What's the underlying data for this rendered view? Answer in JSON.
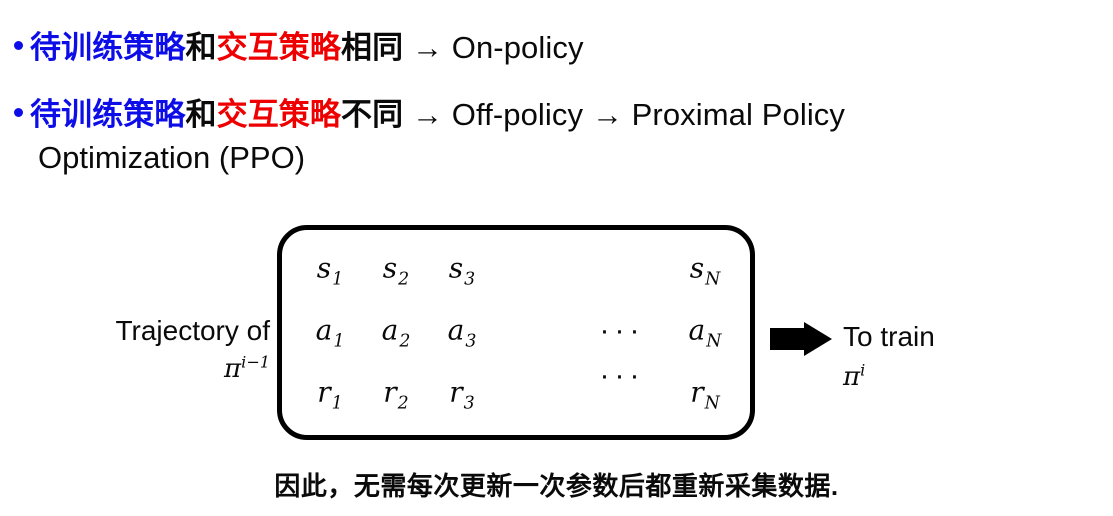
{
  "slide": {
    "bullets": [
      {
        "id": "bullet-1",
        "segments": [
          {
            "text": "待训练策略",
            "style": "blue"
          },
          {
            "text": "和",
            "style": "black"
          },
          {
            "text": "交互策略",
            "style": "red"
          },
          {
            "text": "相同",
            "style": "black"
          },
          {
            "text": " → On-policy",
            "style": "latin"
          }
        ]
      },
      {
        "id": "bullet-2",
        "segments": [
          {
            "text": "待训练策略",
            "style": "blue"
          },
          {
            "text": "和",
            "style": "black"
          },
          {
            "text": "交互策略",
            "style": "red"
          },
          {
            "text": "不同",
            "style": "black"
          },
          {
            "text": " → Off-policy → Proximal Policy",
            "style": "latin"
          }
        ],
        "continuation": "Optimization (PPO)"
      }
    ],
    "diagram": {
      "left_label": "Trajectory of",
      "left_policy_base": "π",
      "left_policy_sup": "i−1",
      "rows": [
        {
          "name": "state-row",
          "symbol": "s",
          "subscripts": [
            "1",
            "2",
            "3",
            "N"
          ],
          "ellipsis": false
        },
        {
          "name": "action-row",
          "symbol": "a",
          "subscripts": [
            "1",
            "2",
            "3",
            "N"
          ],
          "ellipsis": true
        },
        {
          "name": "reward-row",
          "symbol": "r",
          "subscripts": [
            "1",
            "2",
            "3",
            "N"
          ],
          "ellipsis": true
        }
      ],
      "ellipsis_glyph": "···",
      "arrow": "right-arrow",
      "output_label": "To train",
      "output_policy_base": "π",
      "output_policy_sup": "i"
    },
    "caption": "因此，无需每次更新一次参数后都重新采集数据."
  },
  "colors": {
    "blue": "#0d0de8",
    "red": "#ee0000",
    "black": "#0a0a0a",
    "background": "#ffffff"
  }
}
